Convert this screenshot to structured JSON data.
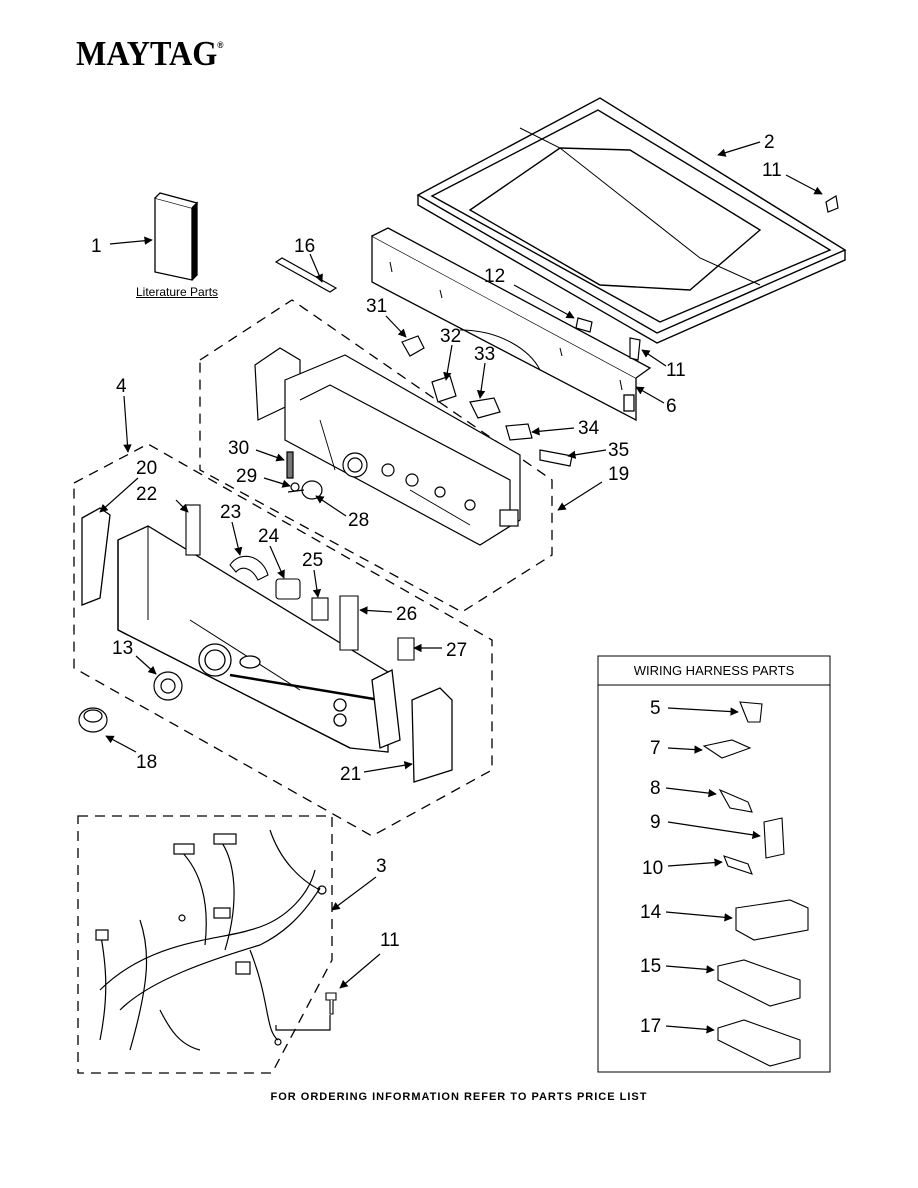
{
  "brand": {
    "name": "MAYTAG",
    "mark": "®"
  },
  "literature_label": "Literature Parts",
  "harness_box": {
    "title": "WIRING HARNESS PARTS"
  },
  "footer": "FOR ORDERING INFORMATION REFER TO PARTS PRICE LIST",
  "callouts": [
    "1",
    "2",
    "11",
    "16",
    "12",
    "31",
    "32",
    "33",
    "11",
    "6",
    "34",
    "35",
    "4",
    "30",
    "20",
    "29",
    "28",
    "19",
    "22",
    "23",
    "24",
    "25",
    "26",
    "13",
    "27",
    "18",
    "21",
    "3",
    "11",
    "5",
    "7",
    "8",
    "9",
    "10",
    "14",
    "15",
    "17"
  ]
}
